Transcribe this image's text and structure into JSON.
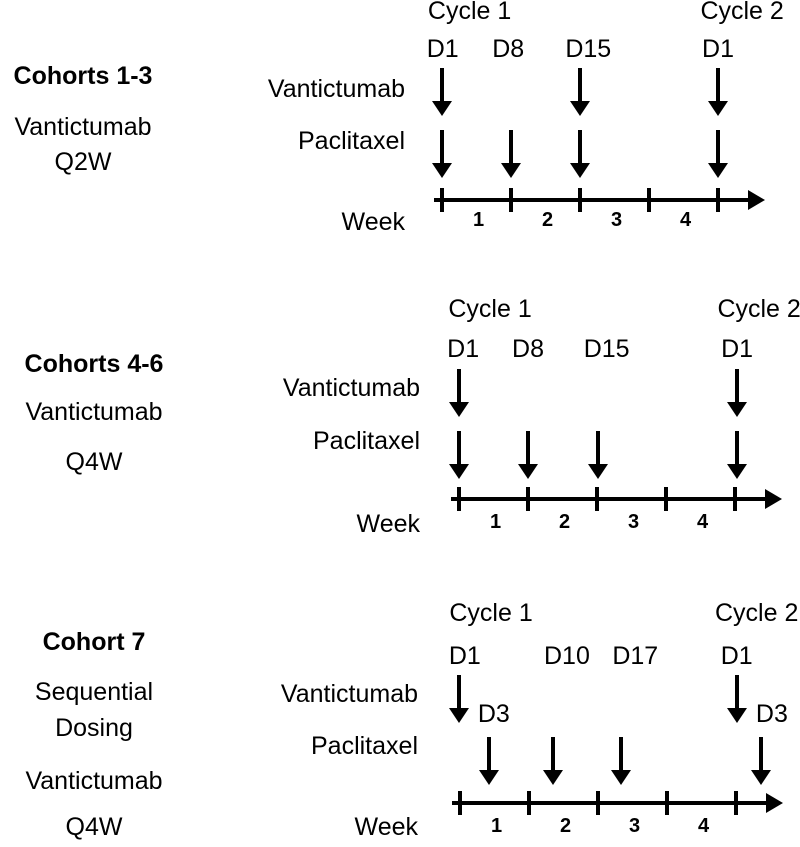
{
  "figure": {
    "type": "dosing-timeline",
    "background_color": "#ffffff",
    "text_color": "#000000",
    "week_span": [
      0,
      4
    ],
    "panels": [
      {
        "id": "cohorts-1-3",
        "cohort_lines": [
          {
            "text": "Cohorts 1-3",
            "bold": true
          },
          {
            "text": "Vantictumab",
            "bold": false
          },
          {
            "text": "Q2W",
            "bold": false
          }
        ],
        "cycles": [
          {
            "text": "Cycle 1",
            "week": 0.4
          },
          {
            "text": "Cycle 2",
            "week": 4.35
          }
        ],
        "day_labels": [
          {
            "text": "D1",
            "week": 0.01
          },
          {
            "text": "D8",
            "week": 0.96
          },
          {
            "text": "D15",
            "week": 2.12
          },
          {
            "text": "D1",
            "week": 4.0
          }
        ],
        "drug_rows": [
          {
            "label": "Vantictumab",
            "dose_weeks": [
              0,
              2,
              4
            ]
          },
          {
            "label": "Paclitaxel",
            "dose_weeks": [
              0,
              1,
              2,
              4
            ]
          }
        ],
        "inline_day_labels": [],
        "week_axis": {
          "label": "Week",
          "numbers": [
            "1",
            "2",
            "3",
            "4"
          ]
        }
      },
      {
        "id": "cohorts-4-6",
        "cohort_lines": [
          {
            "text": "Cohorts 4-6",
            "bold": true
          },
          {
            "text": "Vantictumab",
            "bold": false
          },
          {
            "text": "Q4W",
            "bold": false
          }
        ],
        "cycles": [
          {
            "text": "Cycle 1",
            "week": 0.45
          },
          {
            "text": "Cycle 2",
            "week": 4.35
          }
        ],
        "day_labels": [
          {
            "text": "D1",
            "week": 0.06
          },
          {
            "text": "D8",
            "week": 1.0
          },
          {
            "text": "D15",
            "week": 2.14
          },
          {
            "text": "D1",
            "week": 4.03
          }
        ],
        "drug_rows": [
          {
            "label": "Vantictumab",
            "dose_weeks": [
              0,
              4.03
            ]
          },
          {
            "label": "Paclitaxel",
            "dose_weeks": [
              0,
              1,
              2.01,
              4.03
            ]
          }
        ],
        "inline_day_labels": [],
        "week_axis": {
          "label": "Week",
          "numbers": [
            "1",
            "2",
            "3",
            "4"
          ]
        }
      },
      {
        "id": "cohort-7",
        "cohort_lines": [
          {
            "text": "Cohort 7",
            "bold": true
          },
          {
            "text": "Sequential",
            "bold": false
          },
          {
            "text": "Dosing",
            "bold": false
          },
          {
            "text": "Vantictumab",
            "bold": false
          },
          {
            "text": "Q4W",
            "bold": false
          }
        ],
        "cycles": [
          {
            "text": "Cycle 1",
            "week": 0.45
          },
          {
            "text": "Cycle 2",
            "week": 4.3
          }
        ],
        "day_labels": [
          {
            "text": "D1",
            "week": 0.07
          },
          {
            "text": "D10",
            "week": 1.55
          },
          {
            "text": "D17",
            "week": 2.54
          },
          {
            "text": "D1",
            "week": 4.01
          }
        ],
        "drug_rows": [
          {
            "label": "Vantictumab",
            "dose_weeks": [
              -0.01,
              4.01
            ]
          },
          {
            "label": "Paclitaxel",
            "dose_weeks": [
              0.42,
              1.35,
              2.33,
              4.36
            ]
          }
        ],
        "inline_day_labels": [
          {
            "text": "D3",
            "week": 0.49
          },
          {
            "text": "D3",
            "week": 4.52
          }
        ],
        "week_axis": {
          "label": "Week",
          "numbers": [
            "1",
            "2",
            "3",
            "4"
          ]
        }
      }
    ]
  }
}
